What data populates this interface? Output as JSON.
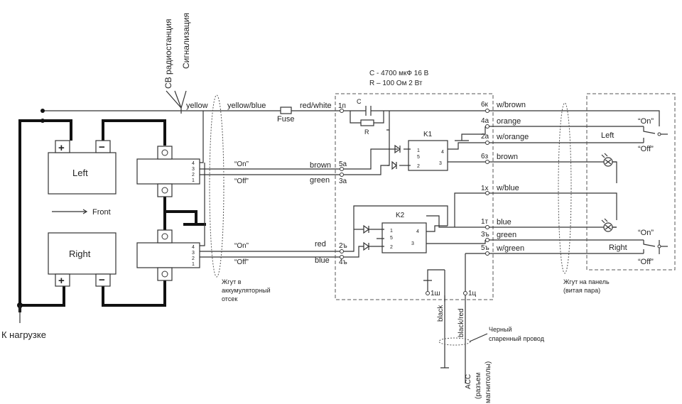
{
  "top_labels": {
    "radio": "СВ радиостанция",
    "alarm": "Сигнализация"
  },
  "wires_top": {
    "yellow": "yellow",
    "yellow_blue": "yellow/blue",
    "red_white": "red/white",
    "fuse": "Fuse"
  },
  "capacitor_note": {
    "line1": "С - 4700 мкФ 16 В",
    "line2": "R – 100 Ом 2 Вт",
    "c": "C",
    "r": "R"
  },
  "batteries": {
    "left": "Left",
    "right": "Right",
    "front": "Front",
    "load": "К нагрузке"
  },
  "connector_left": {
    "on1": "“On”",
    "off1": "“Off”",
    "on2": "“On”",
    "off2": "“Off”",
    "brown": "brown",
    "green": "green",
    "red": "red",
    "blue": "blue",
    "pins": [
      "5а",
      "3а",
      "2ъ",
      "4ъ",
      "1п",
      "6к",
      "4а",
      "2а",
      "6з",
      "1х",
      "1т",
      "3ъ",
      "5ъ",
      "1ш",
      "1ц"
    ]
  },
  "relays": {
    "k1": "K1",
    "k2": "K2",
    "pins": [
      "1",
      "5",
      "2",
      "4",
      "3",
      "1",
      "5",
      "2",
      "4",
      "3"
    ]
  },
  "right_wires": [
    "w/brown",
    "orange",
    "w/orange",
    "brown",
    "w/blue",
    "blue",
    "green",
    "w/green"
  ],
  "panel_switches": {
    "left": "Left",
    "right": "Right",
    "on_a": "“On”",
    "off_a": "“Off”",
    "on_b": "“On”",
    "off_b": "“Off”"
  },
  "harness_notes": {
    "battery_line1": "Жгут в",
    "battery_line2": "аккумуляторный",
    "battery_line3": "отсек",
    "panel_line1": "Жгут на панель",
    "panel_line2": "(витая пара)",
    "pair_line1": "Черный",
    "pair_line2": "спаренный провод"
  },
  "bottom_wires": {
    "black": "black",
    "black_red": "black/red",
    "acc": "ACC",
    "conn1": "(разъем",
    "conn2": "магнитоллы)"
  },
  "battery_terms": {
    "plus": "+",
    "minus": "−"
  },
  "connector_pin_nums": [
    "4",
    "3",
    "2",
    "1"
  ]
}
